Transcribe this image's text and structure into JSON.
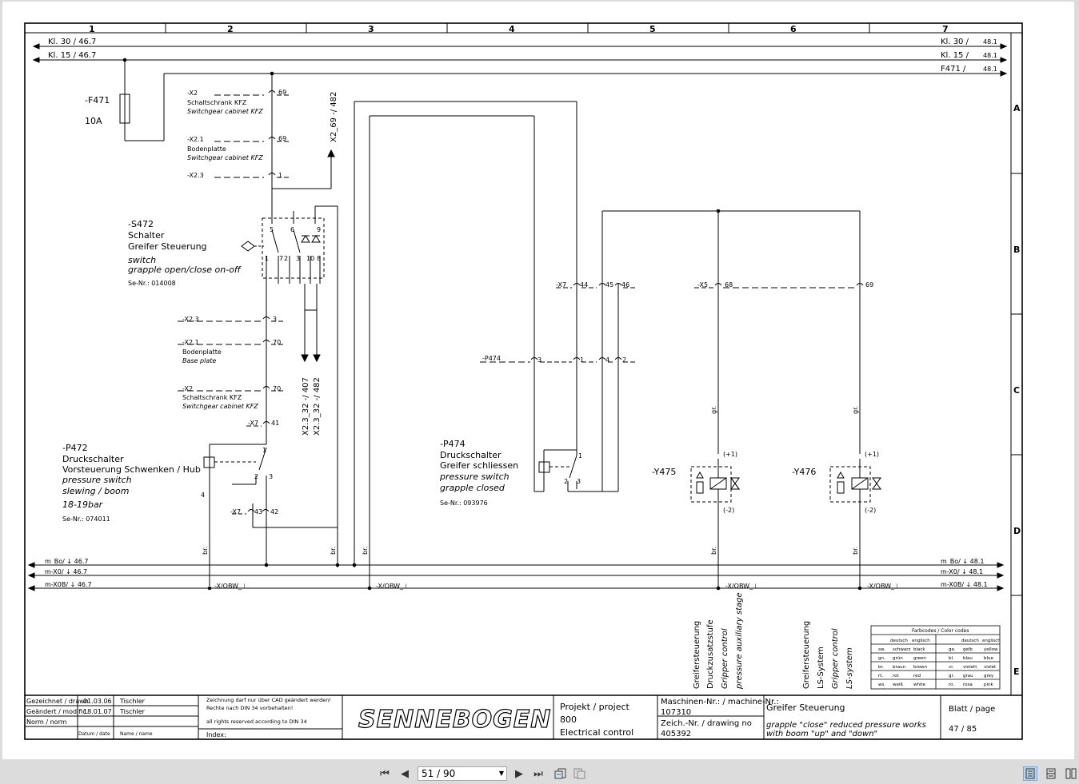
{
  "viewer": {
    "page_indicator": "51 / 90",
    "buttons": {
      "first": "⏮",
      "prev": "◀",
      "next": "▶",
      "last": "⏭"
    }
  },
  "frame": {
    "columns": [
      "1",
      "2",
      "3",
      "4",
      "5",
      "6",
      "7"
    ],
    "rows": [
      "A",
      "B",
      "C",
      "D",
      "E"
    ]
  },
  "rails_top": {
    "kl30_left": "Kl. 30 / 46.7",
    "kl15_left": "Kl. 15 / 46.7",
    "kl30_right": "Kl. 30 /",
    "kl30_right_ref": "48.1",
    "kl15_right": "Kl. 15 /",
    "kl15_right_ref": "48.1",
    "f471_right": "F471 /",
    "f471_right_ref": "48.1"
  },
  "rails_bottom": {
    "mbo_left": "m_Bo/ ↓ 46.7",
    "mx0_left": "m-X0/ ↓ 46.7",
    "mx0b_left": "m-X0B/ ↓ 46.7",
    "mbo_right": "m_Bo/ ↓ 48.1",
    "mx0_right": "m-X0/ ↓ 48.1",
    "mx0b_right": "m-X0B/ ↓ 48.1",
    "ground_label": "-X/OBW_⊥"
  },
  "fuse": {
    "id": "-F471",
    "rating": "10A"
  },
  "connectors": {
    "x2_top": "-X2",
    "x2_top_pin": "69",
    "x2_top_de": "Schaltschrank KFZ",
    "x2_top_en": "Switchgear cabinet KFZ",
    "x21_top": "-X2.1",
    "x21_top_pin": "69",
    "x21_top_de": "Bodenplatte",
    "x21_top_en": "Switchgear cabinet KFZ",
    "x23_top": "-X2.3",
    "x23_top_pin": "1",
    "x2_69_ref": "X2_69 -/ 482",
    "x23_mid": "-X2.3",
    "x23_mid_pin": "3",
    "x21_mid": "-X2.1",
    "x21_mid_pin": "70",
    "x21_mid_de": "Bodenplatte",
    "x21_mid_en": "Base plate",
    "x2_mid": "-X2",
    "x2_mid_pin": "70",
    "x2_mid_de": "Schaltschrank KFZ",
    "x2_mid_en": "Switchgear cabinet KFZ",
    "x23_32_a": "X2.3_32 -/ 407",
    "x23_32_b": "X2.3_32 -/ 482",
    "x7_41": "-X7",
    "x7_41_pin": "41",
    "x7_43": "-X7",
    "x7_43_pin": "43",
    "x7_42_pin": "42",
    "x7_right": "-X7",
    "pin44": "44",
    "pin45": "45",
    "pin46": "46",
    "x5": "-X5",
    "pin68": "68",
    "pin69": "69",
    "p474_conn": "-P474",
    "p_pin3": "3",
    "p_pin1": "1",
    "p_pin4": "4",
    "p_pin2": "2"
  },
  "switch_s472": {
    "id": "-S472",
    "de1": "Schalter",
    "de2": "Greifer Steuerung",
    "en1": "switch",
    "en2": "grapple open/close on-off",
    "part": "Se-Nr.: 014008",
    "pins": [
      "5",
      "6",
      "9",
      "1",
      "7",
      "2",
      "3",
      "10",
      "8"
    ]
  },
  "p472": {
    "id": "-P472",
    "de1": "Druckschalter",
    "de2": "Vorsteuerung Schwenken / Hub",
    "en1": "pressure switch",
    "en2": "slewing / boom",
    "range": "18-19bar",
    "part": "Se-Nr.: 074011",
    "pins": [
      "1",
      "2",
      "3",
      "4"
    ]
  },
  "p474": {
    "id": "-P474",
    "de1": "Druckschalter",
    "de2": "Greifer schliessen",
    "en1": "pressure switch",
    "en2": "grapple closed",
    "part": "Se-Nr.: 093976",
    "pins": [
      "1",
      "2",
      "3"
    ]
  },
  "valves": {
    "y475": "-Y475",
    "y476": "-Y476",
    "plus": "(+1)",
    "minus": "(-2)",
    "wire_gr": "gr.",
    "wire_br": "br."
  },
  "column_notes": {
    "c5": [
      "Greifersteuerung",
      "Druckzusatzstufe",
      "Gripper control",
      "pressure auxiliary stage"
    ],
    "c6": [
      "Greifersteuerung",
      "LS-System",
      "Gripper control",
      "LS-system"
    ]
  },
  "color_codes": {
    "title": "Farbcodes / Color codes",
    "head": [
      "deutsch",
      "englisch"
    ],
    "left": [
      [
        "sw.",
        "schwarz",
        "black"
      ],
      [
        "gn.",
        "grün",
        "green"
      ],
      [
        "br.",
        "braun",
        "brown"
      ],
      [
        "rt.",
        "rot",
        "red"
      ],
      [
        "ws.",
        "weiß",
        "white"
      ]
    ],
    "right": [
      [
        "ge.",
        "gelb",
        "yellow"
      ],
      [
        "bl.",
        "blau",
        "blue"
      ],
      [
        "vi.",
        "violett",
        "violet"
      ],
      [
        "gr.",
        "grau",
        "grey"
      ],
      [
        "ro.",
        "rosa",
        "pink"
      ]
    ]
  },
  "title_block": {
    "drawn_label": "Gezeichnet / drawn",
    "drawn_date": "01.03.06",
    "drawn_name": "Tischler",
    "mod_label": "Geändert / modific.",
    "mod_date": "18.01.07",
    "mod_name": "Tischler",
    "norm_label": "Norm / norm",
    "date_label": "Datum / date",
    "name_label": "Name / name",
    "notice1": "Zeichnung darf nur über CAD geändert werden!",
    "notice2": "Rechte nach DIN 34 vorbehalten!",
    "notice3": "all rights reserved according to DIN 34",
    "index_label": "Index:",
    "logo": "SENNEBOGEN",
    "project_label": "Projekt / project",
    "project_no": "800",
    "project_name": "Electrical control",
    "machine_label": "Maschinen-Nr.: / machine-Nr.:",
    "machine_no": "107310",
    "drawing_label": "Zeich.-Nr. / drawing no",
    "drawing_no": "405392",
    "sheet_title": "Greifer Steuerung",
    "sheet_desc1": "grapple \"close\" reduced pressure works",
    "sheet_desc2": "with boom \"up\" and \"down\"",
    "page_label": "Blatt / page",
    "page_no": "47 / 85"
  }
}
